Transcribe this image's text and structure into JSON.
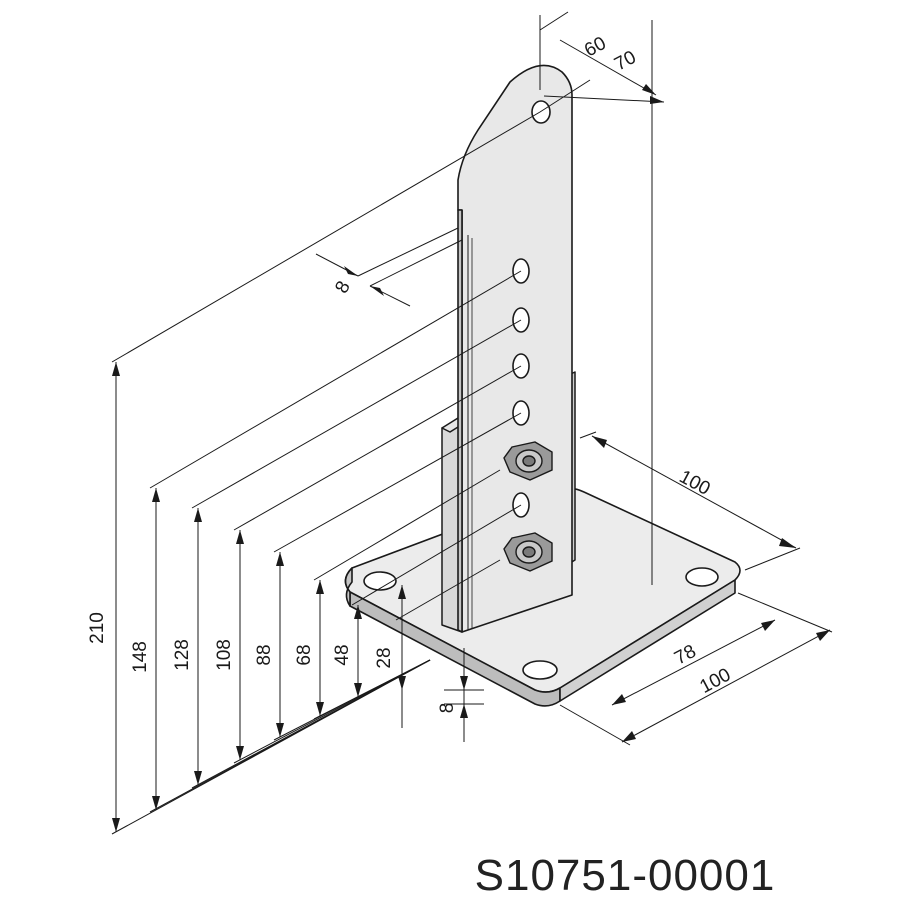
{
  "part_number": "S10751-00001",
  "colors": {
    "line": "#1a1a1a",
    "metal_light": "#ebebeb",
    "metal_mid": "#d6d6d6",
    "metal_dark": "#bdbdbd",
    "nut": "#9a9a9a"
  },
  "dimensions": {
    "height_total": "210",
    "hole_1": "148",
    "hole_2": "128",
    "hole_3": "108",
    "hole_4": "88",
    "hole_5": "68",
    "hole_6": "48",
    "hole_7": "28",
    "plate_thickness": "8",
    "upright_thickness": "8",
    "upright_width_a": "60",
    "upright_width_b": "70",
    "base_width": "100",
    "base_depth": "100",
    "hole_spacing": "78"
  }
}
